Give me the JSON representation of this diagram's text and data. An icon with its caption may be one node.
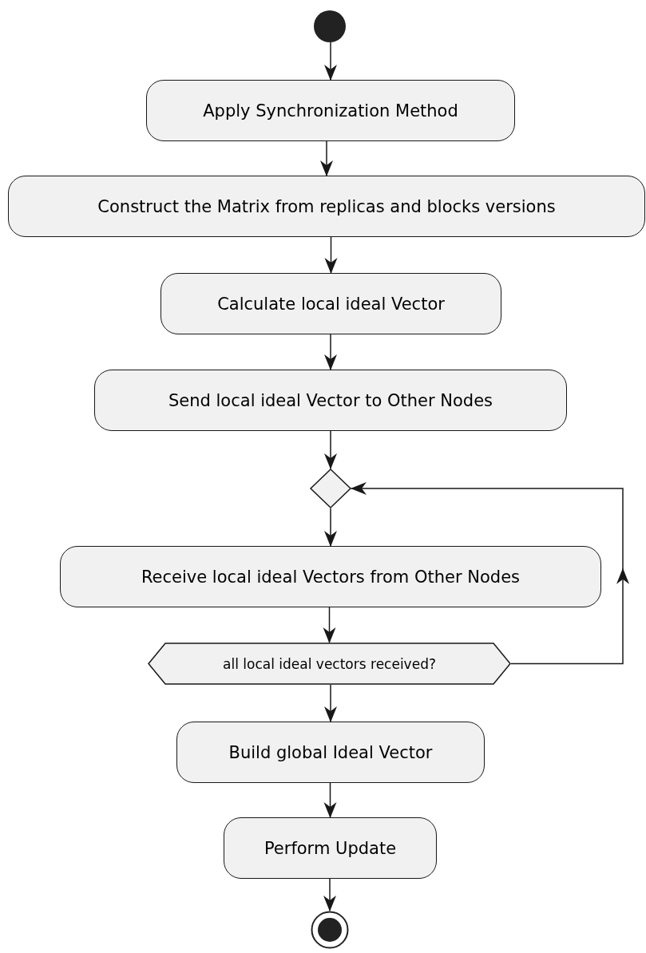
{
  "diagram": {
    "nodes": [
      {
        "text": [],
        "shape": "circle"
      },
      {
        "text": [
          "Apply Synchronization Method"
        ]
      },
      {
        "text": [
          "Construct the Matrix from replicas and blocks versions"
        ]
      },
      {
        "text": [
          "Calculate local ideal Vector"
        ]
      },
      {
        "text": [
          "Send local ideal Vector to Other Nodes"
        ]
      },
      {
        "text": [],
        "shape": "diamond"
      },
      {
        "text": [
          "Receive local ideal Vectors from Other Nodes"
        ]
      },
      {
        "text": [
          "all local ideal vectors received?"
        ]
      },
      {
        "text": [
          "Build global Ideal Vector"
        ]
      },
      {
        "text": [
          "Perform Update"
        ]
      },
      {
        "text": [],
        "shape": "circle"
      }
    ],
    "edges": [
      {
        "from": 0,
        "to": 1,
        "arrow": "to"
      },
      {
        "from": 1,
        "to": 2,
        "arrow": "to"
      },
      {
        "from": 2,
        "to": 3,
        "arrow": "to"
      },
      {
        "from": 3,
        "to": 4,
        "arrow": "to"
      },
      {
        "from": 4,
        "to": 5,
        "arrow": "to"
      },
      {
        "from": 5,
        "to": 6,
        "arrow": "to"
      },
      {
        "from": 6,
        "to": 7,
        "arrow": "to"
      },
      {
        "from": 7,
        "to": 5,
        "arrow": "to"
      },
      {
        "from": 7,
        "to": 8,
        "arrow": "to"
      },
      {
        "from": 8,
        "to": 9,
        "arrow": "to"
      },
      {
        "from": 9,
        "to": 10,
        "arrow": "to"
      }
    ]
  }
}
